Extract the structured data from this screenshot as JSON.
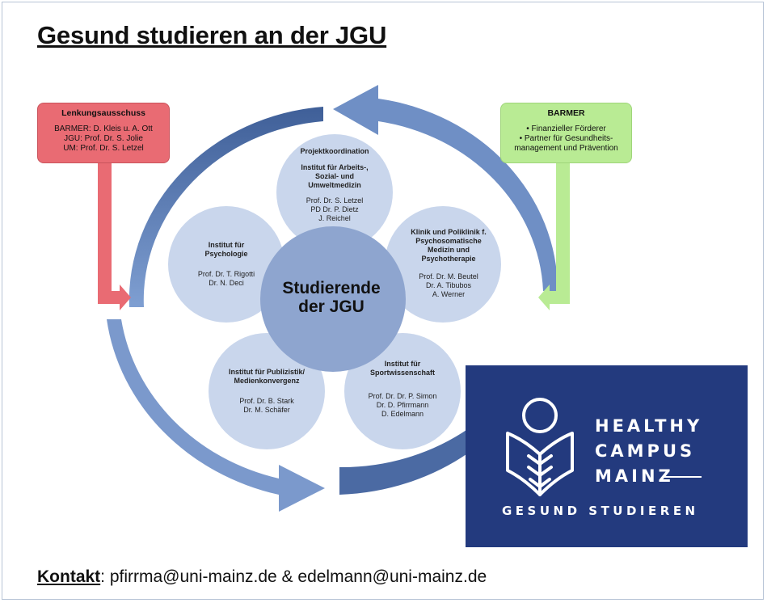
{
  "title": "Gesund studieren an der JGU",
  "steering": {
    "heading": "Lenkungsausschuss",
    "lines": [
      "BARMER: D. Kleis u. A. Ott",
      "JGU: Prof. Dr. S. Jolie",
      "UM: Prof. Dr. S. Letzel"
    ]
  },
  "sponsor": {
    "heading": "BARMER",
    "items": [
      "Finanzieller Förderer",
      "Partner für Gesundheits-",
      "management und Prävention"
    ]
  },
  "center": {
    "line1": "Studierende",
    "line2": "der JGU"
  },
  "institutes": {
    "top": {
      "title1": "Projektkoordination",
      "title2": "Institut für Arbeits-,",
      "title3": "Sozial- und",
      "title4": "Umweltmedizin",
      "people": [
        "Prof. Dr. S. Letzel",
        "PD Dr. P. Dietz",
        "J. Reichel"
      ]
    },
    "left": {
      "title1": "Institut für",
      "title2": "Psychologie",
      "people": [
        "Prof. Dr. T. Rigotti",
        "Dr. N. Deci"
      ]
    },
    "right": {
      "title1": "Klinik und Poliklinik f.",
      "title2": "Psychosomatische",
      "title3": "Medizin und",
      "title4": "Psychotherapie",
      "people": [
        "Prof. Dr. M. Beutel",
        "Dr. A. Tibubos",
        "A. Werner"
      ]
    },
    "bottom_left": {
      "title1": "Institut für Publizistik/",
      "title2": "Medienkonvergenz",
      "people": [
        "Prof. Dr. B. Stark",
        "Dr. M. Schäfer"
      ]
    },
    "bottom_right": {
      "title1": "Institut für",
      "title2": "Sportwissenschaft",
      "people": [
        "Prof. Dr. Dr. P. Simon",
        "Dr. D. Pfirrmann",
        "D. Edelmann"
      ]
    }
  },
  "logo": {
    "line1": "HEALTHY",
    "line2": "CAMPUS",
    "line3": "MAINZ",
    "tagline": "GESUND STUDIEREN"
  },
  "contact": {
    "label": "Kontakt",
    "text": ": pfirrma@uni-mainz.de & edelmann@uni-mainz.de"
  },
  "colors": {
    "steering": "#e96b73",
    "sponsor": "#b9eb94",
    "arrow": "#6f8fc5",
    "circle": "#c5d3ea",
    "center": "#8ea5cf",
    "logo_bg": "#233a7e"
  }
}
